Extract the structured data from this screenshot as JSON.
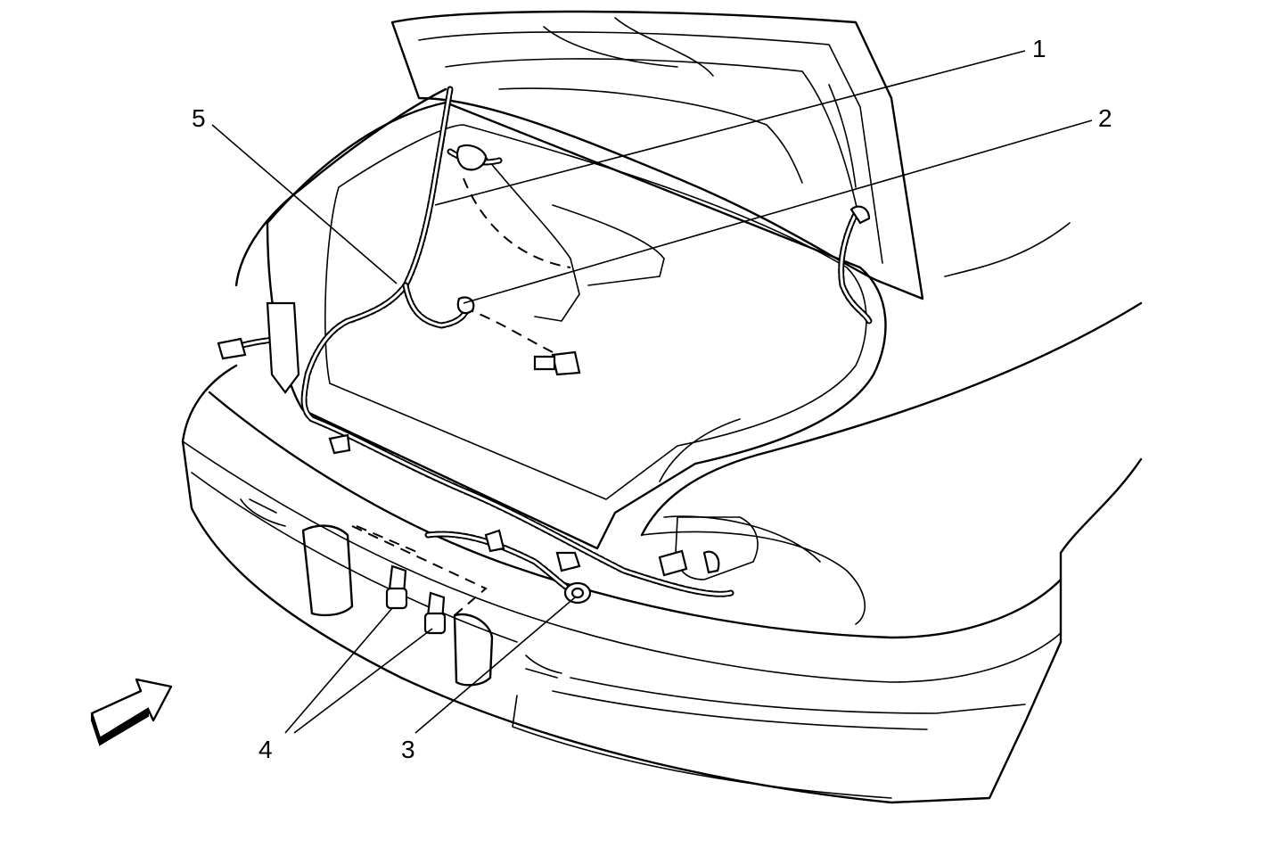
{
  "diagram": {
    "callouts": [
      {
        "id": "1",
        "label": "1"
      },
      {
        "id": "2",
        "label": "2"
      },
      {
        "id": "3",
        "label": "3"
      },
      {
        "id": "4",
        "label": "4"
      },
      {
        "id": "5",
        "label": "5"
      }
    ],
    "view_arrow_icon": "direction-arrow-icon"
  }
}
